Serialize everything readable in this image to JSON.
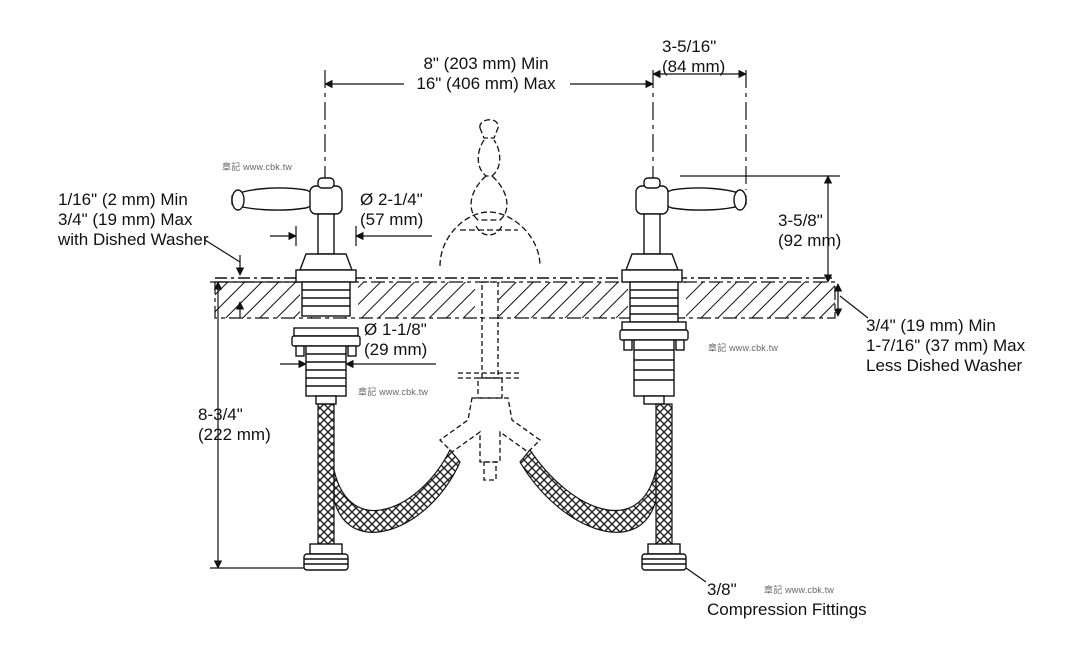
{
  "labels": {
    "spread_min": "8\" (203 mm) Min",
    "spread_max": "16\" (406 mm) Max",
    "handle_reach_1": "3-5/16\"",
    "handle_reach_2": "(84 mm)",
    "handle_height_1": "3-5/8\"",
    "handle_height_2": "(92 mm)",
    "washer_1": "1/16\" (2 mm) Min",
    "washer_2": "3/4\" (19 mm) Max",
    "washer_3": "with Dished Washer",
    "base_dia_1": "Ø 2-1/4\"",
    "base_dia_2": "(57 mm)",
    "shank_dia_1": "Ø 1-1/8\"",
    "shank_dia_2": "(29 mm)",
    "deck_1": "3/4\" (19 mm) Min",
    "deck_2": "1-7/16\" (37 mm) Max",
    "deck_3": "Less Dished Washer",
    "depth_1": "8-3/4\"",
    "depth_2": "(222 mm)",
    "fitting_1": "3/8\"",
    "fitting_2": "Compression Fittings"
  },
  "watermark": "章記 www.cbk.tw"
}
